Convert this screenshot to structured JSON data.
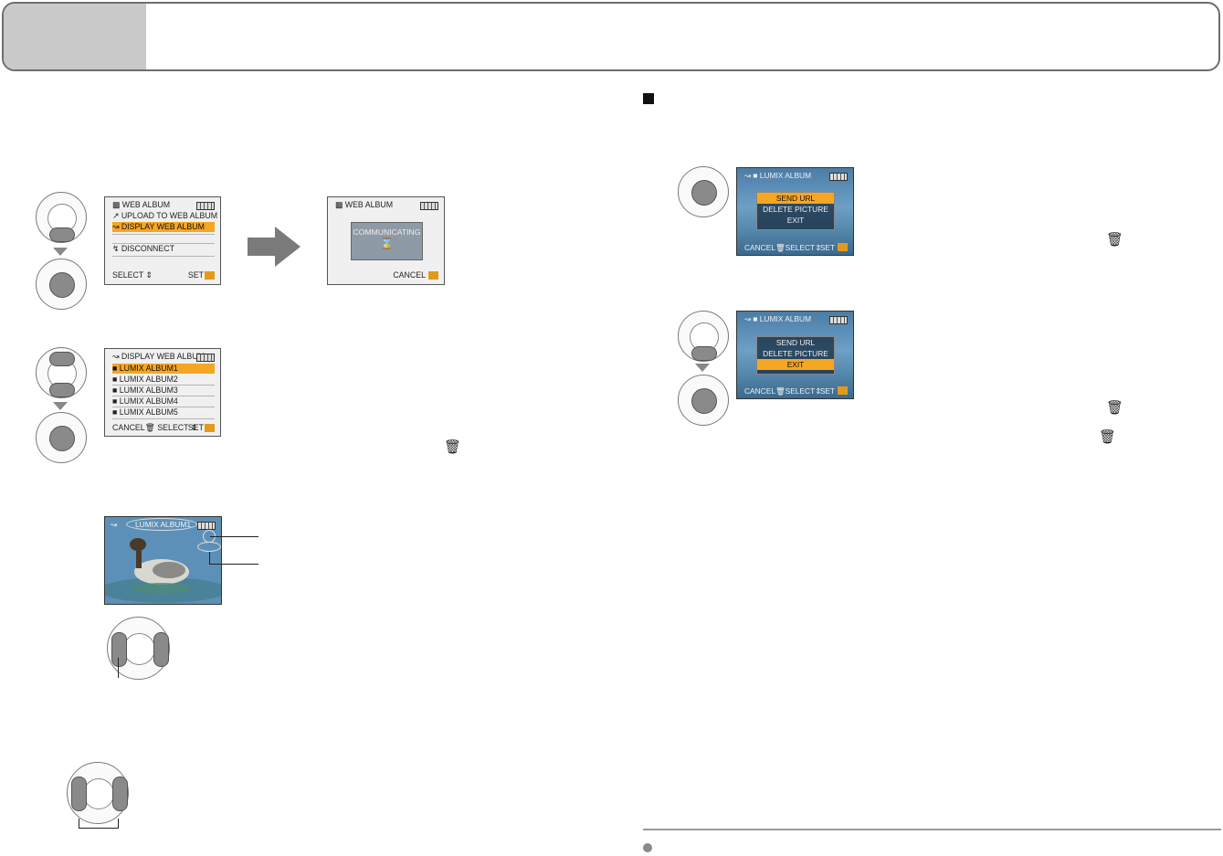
{
  "screen1": {
    "title": "WEB ALBUM",
    "items": [
      "UPLOAD TO WEB ALBUM",
      "DISPLAY WEB ALBUM",
      "DISCONNECT"
    ],
    "footer_left": "SELECT",
    "footer_right": "SET"
  },
  "screen2": {
    "title": "WEB ALBUM",
    "message": "COMMUNICATING",
    "footer_right": "CANCEL"
  },
  "screen3": {
    "title": "DISPLAY WEB ALBUM",
    "albums": [
      "LUMIX ALBUM1",
      "LUMIX ALBUM2",
      "LUMIX ALBUM3",
      "LUMIX ALBUM4",
      "LUMIX ALBUM5"
    ],
    "footer_cancel": "CANCEL",
    "footer_select": "SELECT",
    "footer_set": "SET"
  },
  "screen4": {
    "album_label": "LUMIX ALBUM1"
  },
  "screen5": {
    "album_label": "LUMIX ALBUM",
    "menu": [
      "SEND URL",
      "DELETE PICTURE",
      "EXIT"
    ],
    "footer": "CANCEL",
    "footer_select": "SELECT",
    "footer_set": "SET"
  },
  "screen6": {
    "album_label": "LUMIX ALBUM",
    "menu": [
      "SEND URL",
      "DELETE PICTURE",
      "EXIT"
    ],
    "footer": "CANCEL",
    "footer_select": "SELECT",
    "footer_set": "SET"
  },
  "icons": {
    "trash": "trash-icon",
    "arrow": "arrow-right-icon"
  },
  "colors": {
    "highlight": "#f5a623",
    "header_tab": "#c9c9c9"
  }
}
